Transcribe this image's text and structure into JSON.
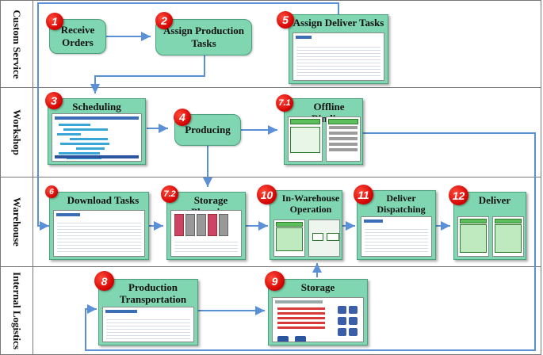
{
  "lanes": [
    {
      "label": "Custom Service"
    },
    {
      "label": "Workshop"
    },
    {
      "label": "Warehouse"
    },
    {
      "label": "Internal Logistics"
    }
  ],
  "steps": [
    {
      "num": "1",
      "label": "Receive Orders"
    },
    {
      "num": "2",
      "label": "Assign Production Tasks"
    },
    {
      "num": "3",
      "label": "Scheduling"
    },
    {
      "num": "4",
      "label": "Producing"
    },
    {
      "num": "5",
      "label": "Assign Deliver Tasks"
    },
    {
      "num": "6",
      "label": "Download Tasks"
    },
    {
      "num": "7.1",
      "label": "Offline Binding"
    },
    {
      "num": "7.2",
      "label": "Storage Planning"
    },
    {
      "num": "8",
      "label": "Production Transportation"
    },
    {
      "num": "9",
      "label": "Storage"
    },
    {
      "num": "10",
      "label": "In-Warehouse Operation"
    },
    {
      "num": "11",
      "label": "Deliver Dispatching"
    },
    {
      "num": "12",
      "label": "Deliver"
    }
  ],
  "colors": {
    "box_fill": "#7fd6b0",
    "box_border": "#4e9f7e",
    "arrow": "#5b8fd6",
    "badge": "#d10000"
  }
}
